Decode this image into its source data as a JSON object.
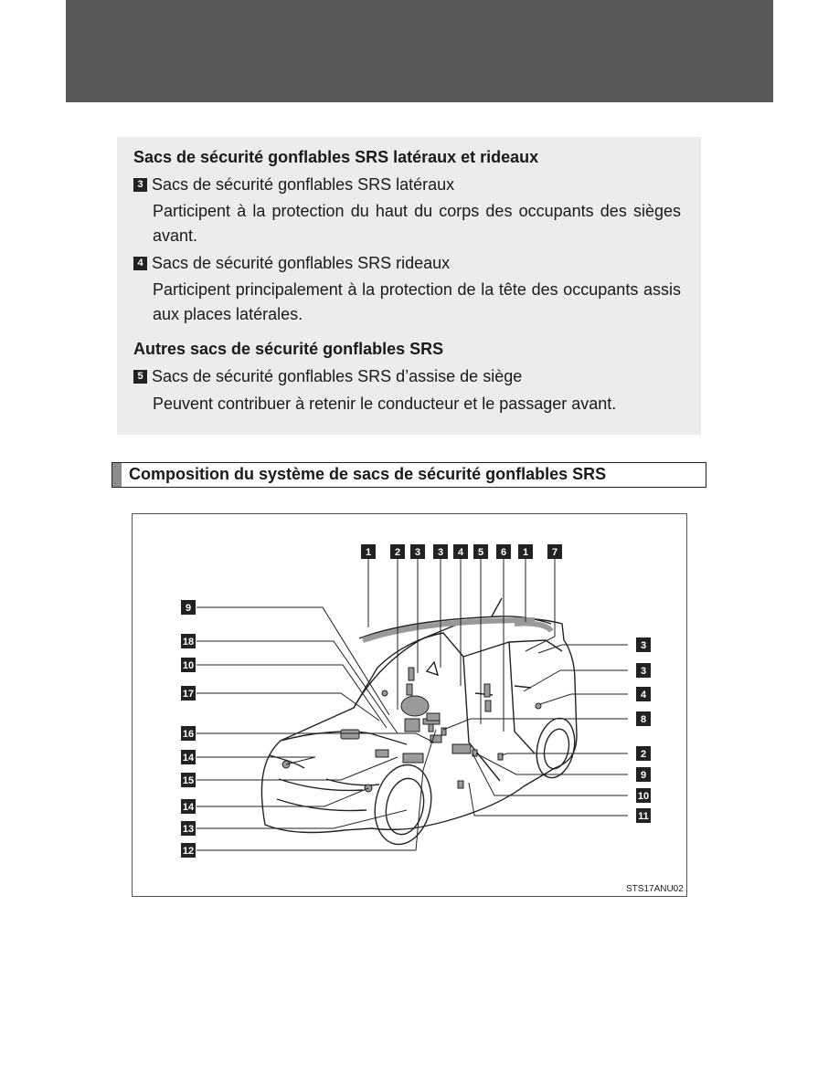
{
  "info": {
    "h1": "Sacs de sécurité gonflables SRS latéraux et rideaux",
    "item3": {
      "num": "3",
      "title": "Sacs de sécurité gonflables SRS latéraux",
      "desc": "Participent à la protection du haut du corps des occupants des sièges avant."
    },
    "item4": {
      "num": "4",
      "title": "Sacs de sécurité gonflables SRS rideaux",
      "desc": "Participent principalement à la protection de la tête des occupants assis aux places latérales."
    },
    "h2": "Autres sacs de sécurité gonflables SRS",
    "item5": {
      "num": "5",
      "title": "Sacs de sécurité gonflables SRS d’assise de siège",
      "desc": "Peuvent contribuer à retenir le conducteur et le passager avant."
    }
  },
  "section_title": "Composition du système de sacs de sécurité gonflables SRS",
  "figure": {
    "code": "STS17ANU02",
    "top_labels": [
      "1",
      "2",
      "3",
      "3",
      "4",
      "5",
      "6",
      "1",
      "7"
    ],
    "left_labels": [
      "9",
      "18",
      "10",
      "17",
      "16",
      "14",
      "15",
      "14",
      "13",
      "12"
    ],
    "right_labels": [
      "3",
      "3",
      "4",
      "8",
      "2",
      "9",
      "10",
      "11"
    ]
  }
}
